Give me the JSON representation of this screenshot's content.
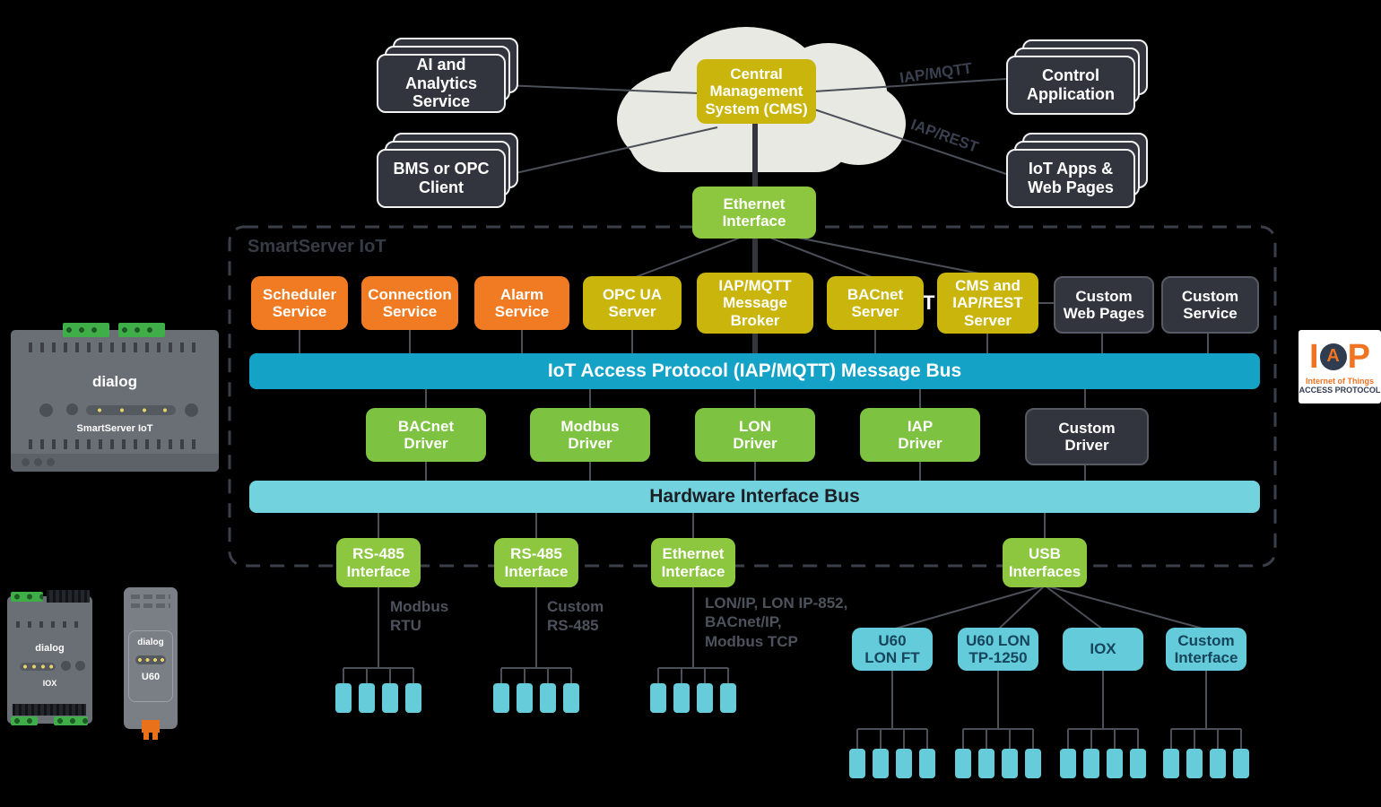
{
  "title": "SmartServer IoT architecture diagram",
  "colors": {
    "orange": "#f07b22",
    "yellow": "#c9b50b",
    "green": "#8dc63f",
    "message_bus": "#14a3c7",
    "hardware_bus": "#72d2de",
    "module_cyan": "#63cbda",
    "dark_box": "#32353e",
    "background": "#000000"
  },
  "cloud": {
    "cms_label": "Central\nManagement\nSystem (CMS)"
  },
  "external": {
    "top_left": [
      {
        "label": "AI and\nAnalytics\nService"
      },
      {
        "label": "BMS or OPC\nClient"
      }
    ],
    "top_right": [
      {
        "label": "Control\nApplication"
      },
      {
        "label": "IoT Apps &\nWeb Pages"
      }
    ],
    "link_labels": {
      "mqtt": "IAP/MQTT",
      "rest": "IAP/REST"
    }
  },
  "ethernet_top": {
    "label": "Ethernet\nInterface"
  },
  "container": {
    "title": "SmartServer IoT"
  },
  "services": [
    {
      "label": "Scheduler\nService"
    },
    {
      "label": "Connection\nService"
    },
    {
      "label": "Alarm\nService"
    },
    {
      "label": "OPC UA\nServer"
    },
    {
      "label": "IAP/MQTT\nMessage\nBroker"
    },
    {
      "label": "BACnet\nServer"
    },
    {
      "label": "CMS and\nIAP/REST\nServer"
    },
    {
      "label": "Custom\nWeb Pages"
    },
    {
      "label": "Custom\nService"
    }
  ],
  "artifact_t": "T",
  "message_bus": {
    "label": "IoT Access Protocol (IAP/MQTT) Message Bus"
  },
  "drivers": [
    {
      "label": "BACnet\nDriver"
    },
    {
      "label": "Modbus\nDriver"
    },
    {
      "label": "LON\nDriver"
    },
    {
      "label": "IAP\nDriver"
    },
    {
      "label": "Custom\nDriver"
    }
  ],
  "hardware_bus": {
    "label": "Hardware Interface Bus"
  },
  "interfaces": [
    {
      "label": "RS-485\nInterface"
    },
    {
      "label": "RS-485\nInterface"
    },
    {
      "label": "Ethernet\nInterface"
    },
    {
      "label": "USB\nInterfaces"
    }
  ],
  "port_labels": [
    {
      "label": "Modbus\nRTU"
    },
    {
      "label": "Custom\nRS-485"
    },
    {
      "label": "LON/IP, LON IP-852,\nBACnet/IP,\nModbus TCP"
    }
  ],
  "usb_modules": [
    {
      "label": "U60\nLON FT"
    },
    {
      "label": "U60 LON\nTP-1250"
    },
    {
      "label": "IOX"
    },
    {
      "label": "Custom\nInterface"
    }
  ],
  "devices": {
    "smartserver": {
      "brand": "dialog",
      "label": "SmartServer IoT"
    },
    "iox": {
      "brand": "dialog",
      "label": "IOX"
    },
    "u60": {
      "brand": "dialog",
      "label": "U60"
    }
  },
  "iap_logo": {
    "i": "I",
    "a": "A",
    "p": "P",
    "line1": "Internet of Things",
    "line2": "ACCESS PROTOCOL"
  }
}
